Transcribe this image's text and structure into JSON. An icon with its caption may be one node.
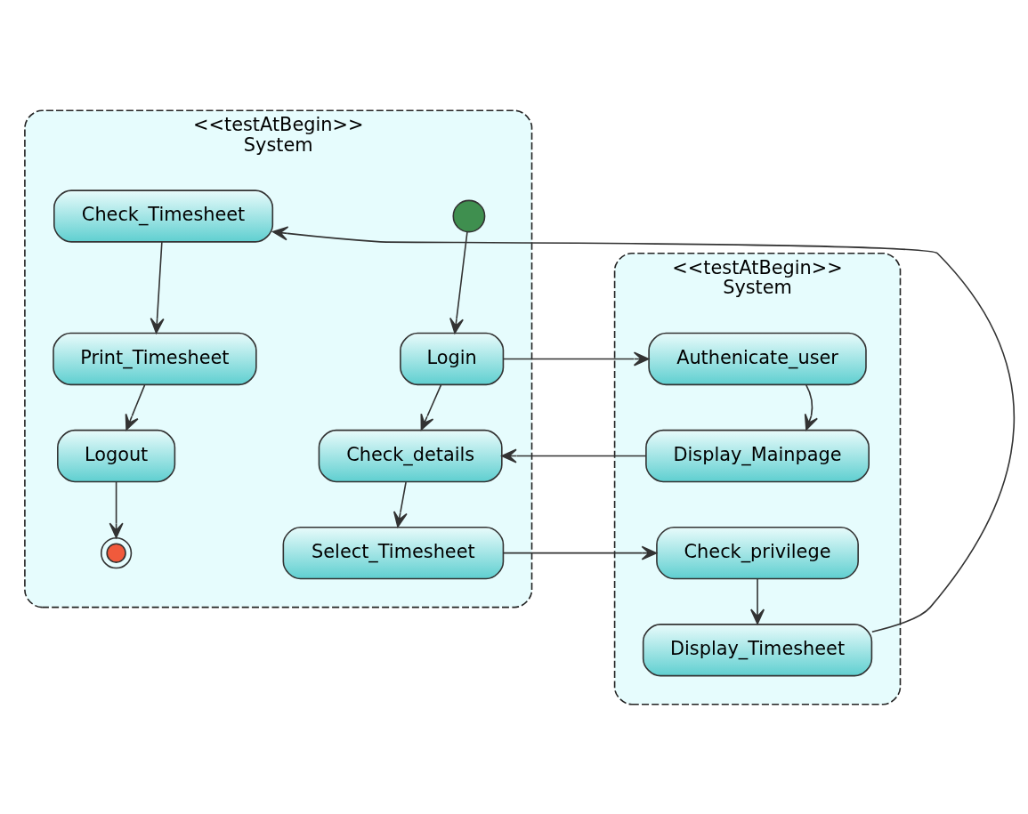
{
  "diagram": {
    "nodes": [
      {
        "text": [
          "<<testAtBegin>>",
          "System"
        ]
      },
      {
        "text": [],
        "shape": "circle",
        "in": 0
      },
      {
        "text": [
          "Login"
        ],
        "in": 0
      },
      {
        "text": [
          "Check_details"
        ],
        "in": 0
      },
      {
        "text": [
          "Select_Timesheet"
        ],
        "in": 0
      },
      {
        "text": [
          "Check_Timesheet"
        ],
        "in": 0
      },
      {
        "text": [
          "Print_Timesheet"
        ],
        "in": 0
      },
      {
        "text": [
          "Logout"
        ],
        "in": 0
      },
      {
        "text": [],
        "shape": "circle",
        "in": 0
      },
      {
        "text": [
          "<<testAtBegin>>",
          "System"
        ]
      },
      {
        "text": [
          "Authenicate_user"
        ],
        "in": 9
      },
      {
        "text": [
          "Display_Mainpage"
        ],
        "in": 9
      },
      {
        "text": [
          "Check_privilege"
        ],
        "in": 9
      },
      {
        "text": [
          "Display_Timesheet"
        ],
        "in": 9
      }
    ],
    "edges": [
      {
        "from": 1,
        "to": 2,
        "arrow": "to"
      },
      {
        "from": 2,
        "to": 10,
        "arrow": "to"
      },
      {
        "from": 2,
        "to": 3,
        "arrow": "to"
      },
      {
        "from": 10,
        "to": 11,
        "arrow": "to"
      },
      {
        "from": 11,
        "to": 3,
        "arrow": "to"
      },
      {
        "from": 3,
        "to": 4,
        "arrow": "to"
      },
      {
        "from": 4,
        "to": 12,
        "arrow": "to"
      },
      {
        "from": 12,
        "to": 13,
        "arrow": "to"
      },
      {
        "from": 13,
        "to": 5,
        "arrow": "to"
      },
      {
        "from": 5,
        "to": 6,
        "arrow": "to"
      },
      {
        "from": 6,
        "to": 7,
        "arrow": "to"
      },
      {
        "from": 7,
        "to": 8,
        "arrow": "to"
      }
    ]
  }
}
